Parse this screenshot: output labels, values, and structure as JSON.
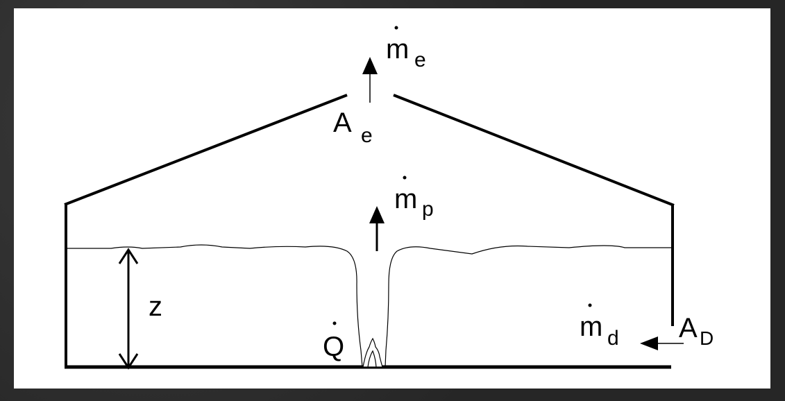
{
  "diagram": {
    "labels": {
      "exhaust_flow": "m",
      "exhaust_flow_sub": "e",
      "exhaust_area": "A",
      "exhaust_area_sub": "e",
      "plume_flow": "m",
      "plume_flow_sub": "p",
      "layer_height": "z",
      "heat_release": "Q",
      "inlet_flow": "m",
      "inlet_flow_sub": "d",
      "inlet_area": "A",
      "inlet_area_sub": "D"
    },
    "colors": {
      "line": "#000000",
      "background": "#ffffff"
    }
  }
}
